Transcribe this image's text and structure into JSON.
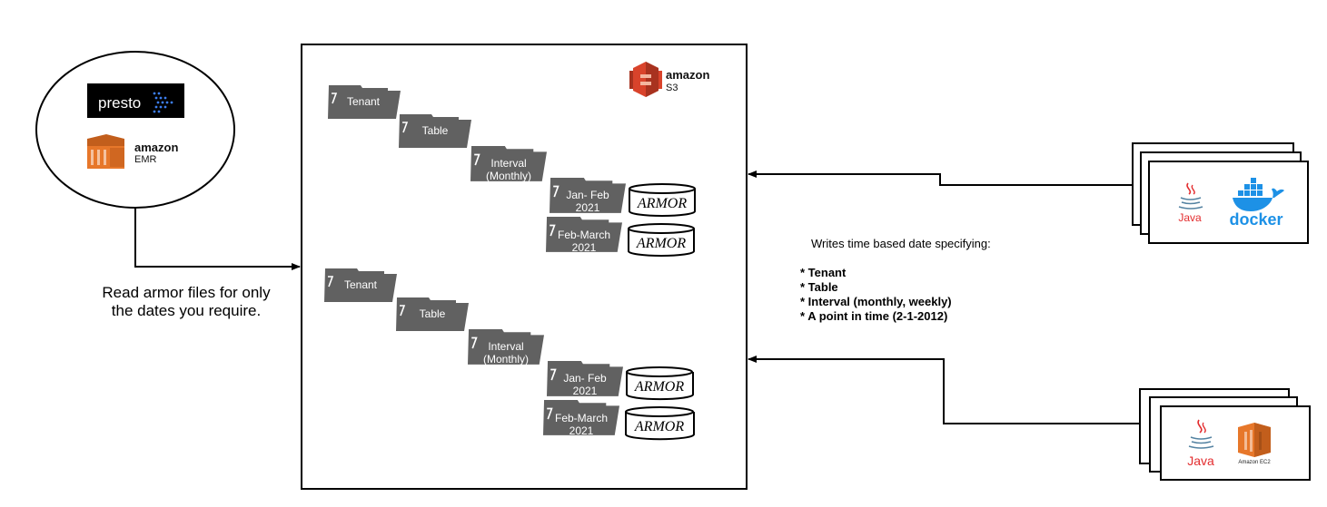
{
  "consumer": {
    "presto_label": "presto",
    "amazon_label": "amazon",
    "emr_label": "EMR",
    "caption_lines": [
      "Read armor files for only",
      "the dates you require."
    ]
  },
  "s3": {
    "amazon_label": "amazon",
    "s3_label": "S3",
    "tree1": {
      "tenant": "Tenant",
      "table": "Table",
      "interval": [
        "Interval",
        "(Monthly)"
      ],
      "period1": [
        "Jan- Feb",
        "2021"
      ],
      "period2": [
        "Feb-March",
        "2021"
      ],
      "armor1": "ARMOR",
      "armor2": "ARMOR"
    },
    "tree2": {
      "tenant": "Tenant",
      "table": "Table",
      "interval": [
        "Interval",
        "(Monthly)"
      ],
      "period1": [
        "Jan- Feb",
        "2021"
      ],
      "period2": [
        "Feb-March",
        "2021"
      ],
      "armor1": "ARMOR",
      "armor2": "ARMOR"
    }
  },
  "writers": {
    "docker_group": {
      "java_label": "Java",
      "docker_label": "docker"
    },
    "ec2_group": {
      "java_label": "Java",
      "ec2_label": "Amazon EC2"
    }
  },
  "note": {
    "heading": "Writes time based date specifying:",
    "items": [
      "* Tenant",
      "* Table",
      "* Interval (monthly, weekly)",
      "* A point in time (2-1-2012)"
    ]
  },
  "colors": {
    "folder": "#616161",
    "aws_orange": "#e7772a",
    "s3_red": "#d9432b",
    "docker_blue": "#1d91e6",
    "java_red": "#e32c2e",
    "java_blue": "#5382a1"
  }
}
